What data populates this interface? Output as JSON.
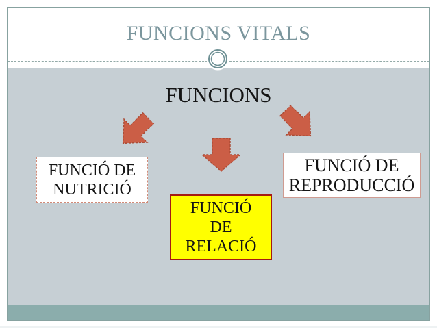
{
  "slide": {
    "title": "FUNCIONS VITALS",
    "heading": "FUNCIONS",
    "boxes": [
      {
        "name": "funcio-de-nutricio",
        "lines": [
          "FUNCIÓ DE",
          "NUTRICIÓ"
        ]
      },
      {
        "name": "funcio-de-relacio",
        "lines": [
          "FUNCIÓ",
          "DE",
          "RELACIÓ"
        ]
      },
      {
        "name": "funcio-de-reproduccio",
        "lines": [
          "FUNCIÓ DE",
          "REPRODUCCIÓ"
        ]
      }
    ],
    "icons": [
      {
        "name": "arrow-down-left-icon"
      },
      {
        "name": "arrow-down-icon"
      },
      {
        "name": "arrow-down-right-icon"
      },
      {
        "name": "circle-ornament-icon"
      }
    ],
    "colors": {
      "title_text": "#7b969d",
      "body_background": "#c6cfd4",
      "footer_band": "#8badac",
      "slide_border": "#87a2a0",
      "arrow_fill": "#cb5e46",
      "arrow_outline": "#aa4a34",
      "highlight_box_background": "#ffff00",
      "highlight_box_border": "#a51a12",
      "plain_box_border_dashed": "#d18a77",
      "plain_box_border_solid": "#cf9b91",
      "text": "#141414"
    }
  }
}
